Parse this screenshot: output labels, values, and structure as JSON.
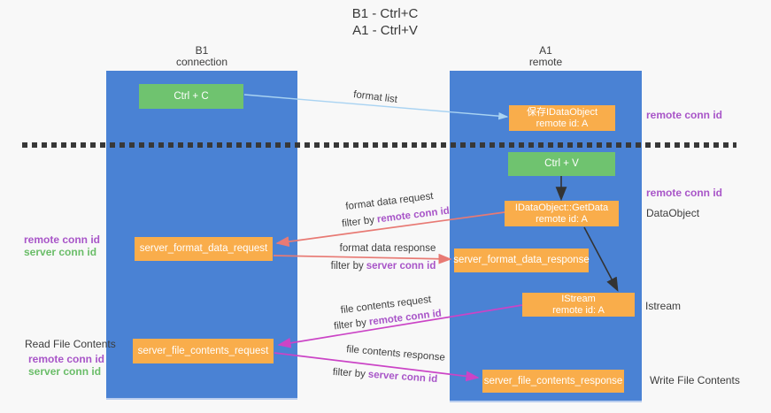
{
  "title": {
    "line1": "B1 - Ctrl+C",
    "line2": "A1 - Ctrl+V"
  },
  "columns": {
    "left": {
      "name": "B1",
      "subtitle": "connection"
    },
    "right": {
      "name": "A1",
      "subtitle": "remote"
    }
  },
  "boxes": {
    "ctrl_c": "Ctrl + C",
    "ctrl_v": "Ctrl + V",
    "save_idataobject": {
      "line1": "保存IDataObject",
      "line2": "remote id: A"
    },
    "getdata": {
      "line1": "IDataObject::GetData",
      "line2": "remote id: A"
    },
    "istream": {
      "line1": "IStream",
      "line2": "remote id: A"
    },
    "format_request": "server_format_data_request",
    "format_response": "server_format_data_response",
    "file_request": "server_file_contents_request",
    "file_response": "server_file_contents_response"
  },
  "labels": {
    "format_list": "format list",
    "format_data_request": "format data request",
    "format_data_response": "format data response",
    "file_contents_request": "file contents request",
    "file_contents_response": "file contents response",
    "filter_by": "filter by",
    "remote_conn_id": "remote conn id",
    "server_conn_id": "server conn id",
    "read_file_contents": "Read File Contents",
    "write_file_contents": "Write File Contents",
    "dataobject": "DataObject",
    "istream": "Istream"
  },
  "colors": {
    "column_blue": "#4a82d4",
    "box_orange": "#f9ad4b",
    "box_green": "#6fc36f",
    "arrow_lightblue": "#a9d3f2",
    "arrow_red": "#e87a74",
    "arrow_magenta": "#cb44c6",
    "arrow_black": "#333333",
    "text_purple": "#a855c8",
    "text_green": "#6abd68",
    "text_dark": "#3c3c3c",
    "background": "#f8f8f8",
    "dash": "#383838"
  }
}
